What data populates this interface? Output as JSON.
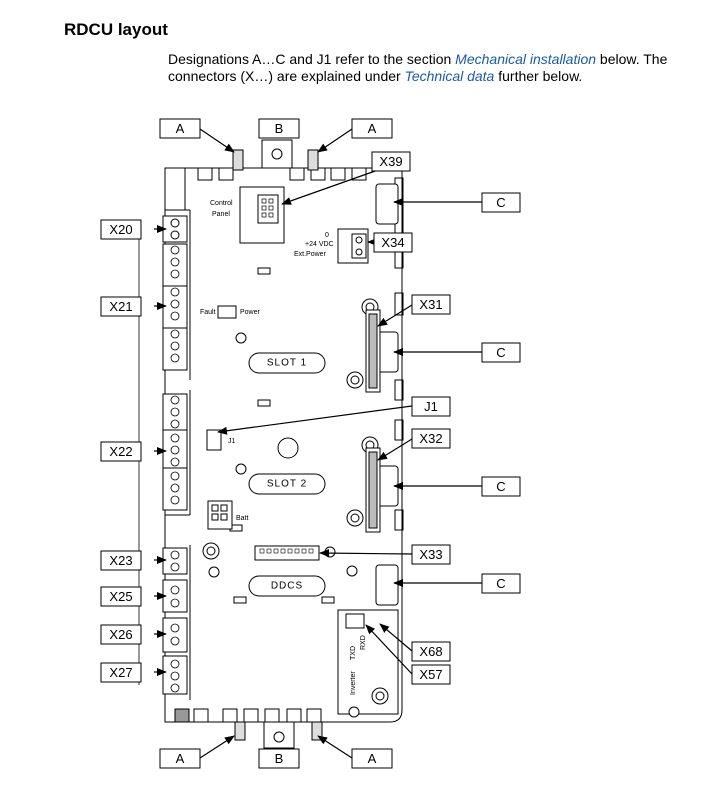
{
  "heading": "RDCU layout",
  "intro": {
    "part1": "Designations A…C and J1 refer to the section ",
    "link1": "Mechanical installation",
    "part2": " below. The connectors (X…) are explained under ",
    "link2": "Technical data",
    "part3": " further below."
  },
  "colors": {
    "link": "#1a5aa8",
    "line": "#000000",
    "background": "#ffffff"
  },
  "callouts": [
    {
      "id": "a-top-left",
      "text": "A"
    },
    {
      "id": "b-top",
      "text": "B"
    },
    {
      "id": "a-top-right",
      "text": "A"
    },
    {
      "id": "x39",
      "text": "X39"
    },
    {
      "id": "c-1",
      "text": "C"
    },
    {
      "id": "x20",
      "text": "X20"
    },
    {
      "id": "x34",
      "text": "X34"
    },
    {
      "id": "x21",
      "text": "X21"
    },
    {
      "id": "x31",
      "text": "X31"
    },
    {
      "id": "c-2",
      "text": "C"
    },
    {
      "id": "j1",
      "text": "J1"
    },
    {
      "id": "x32",
      "text": "X32"
    },
    {
      "id": "x22",
      "text": "X22"
    },
    {
      "id": "c-3",
      "text": "C"
    },
    {
      "id": "x23",
      "text": "X23"
    },
    {
      "id": "x33",
      "text": "X33"
    },
    {
      "id": "x25",
      "text": "X25"
    },
    {
      "id": "c-4",
      "text": "C"
    },
    {
      "id": "x26",
      "text": "X26"
    },
    {
      "id": "x68",
      "text": "X68"
    },
    {
      "id": "x27",
      "text": "X27"
    },
    {
      "id": "x57",
      "text": "X57"
    },
    {
      "id": "a-bottom-left",
      "text": "A"
    },
    {
      "id": "b-bottom",
      "text": "B"
    },
    {
      "id": "a-bottom-right",
      "text": "A"
    }
  ],
  "board": {
    "control_panel_1": "Control",
    "control_panel_2": "Panel",
    "power_1": "0",
    "power_2": "+24 VDC",
    "power_3": "Ext.Power",
    "fault": "Fault",
    "power_led": "Power",
    "slot1": "SLOT 1",
    "slot2": "SLOT 2",
    "j1_mark": "J1",
    "batt": "Batt",
    "ddcs": "DDCS",
    "txd": "TXD",
    "rxd": "RXD",
    "inverter": "Inverter"
  }
}
